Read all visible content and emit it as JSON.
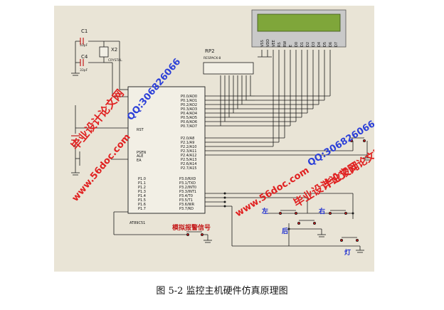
{
  "figure": {
    "caption": "图 5-2  监控主机硬件仿真原理图"
  },
  "components": {
    "c1": {
      "ref": "C1",
      "value": "33pF"
    },
    "c4": {
      "ref": "C4",
      "value": "33pF"
    },
    "crystal": {
      "ref": "X2",
      "value": "CRYSTAL"
    },
    "rp2": {
      "ref": "RP2",
      "value": "RESPACK-8"
    },
    "mcu": {
      "ref": "AT89C51",
      "rst": "RST",
      "psen": "PSEN",
      "ale": "ALE",
      "ea": "EA"
    },
    "lcd": {
      "pins": [
        "VSS",
        "VDD",
        "VEE",
        "RS",
        "RW",
        "E",
        "D0",
        "D1",
        "D2",
        "D3",
        "D4",
        "D5",
        "D6",
        "D7"
      ]
    }
  },
  "mcu_pins": {
    "p0": [
      "P0.0/AD0",
      "P0.1/AD1",
      "P0.2/AD2",
      "P0.3/AD3",
      "P0.4/AD4",
      "P0.5/AD5",
      "P0.6/AD6",
      "P0.7/AD7"
    ],
    "p2": [
      "P2.0/A8",
      "P2.1/A9",
      "P2.2/A10",
      "P2.3/A11",
      "P2.4/A12",
      "P2.5/A13",
      "P2.6/A14",
      "P2.7/A15"
    ],
    "p1": [
      "P1.0",
      "P1.1",
      "P1.2",
      "P1.3",
      "P1.4",
      "P1.5",
      "P1.6",
      "P1.7"
    ],
    "p3": [
      "P3.0/RXD",
      "P3.1/TXD",
      "P3.2/INT0",
      "P3.3/INT1",
      "P3.4/T0",
      "P3.5/T1",
      "P3.6/WR",
      "P3.7/RD"
    ]
  },
  "button_labels": {
    "left": "左",
    "right": "右",
    "back": "后",
    "light": "灯",
    "alarm": "模拟报警信号"
  },
  "watermarks": {
    "site": "www.56doc.com",
    "name": "毕业设计论文网",
    "qq": "QQ:306826066"
  },
  "colors": {
    "background": "#e9e4d6",
    "wire": "#1a1a1a",
    "lcd_screen": "#7fa63a",
    "pin_red": "#c41a1a",
    "watermark_red": "#e02020",
    "watermark_blue": "#2b3fd8"
  }
}
